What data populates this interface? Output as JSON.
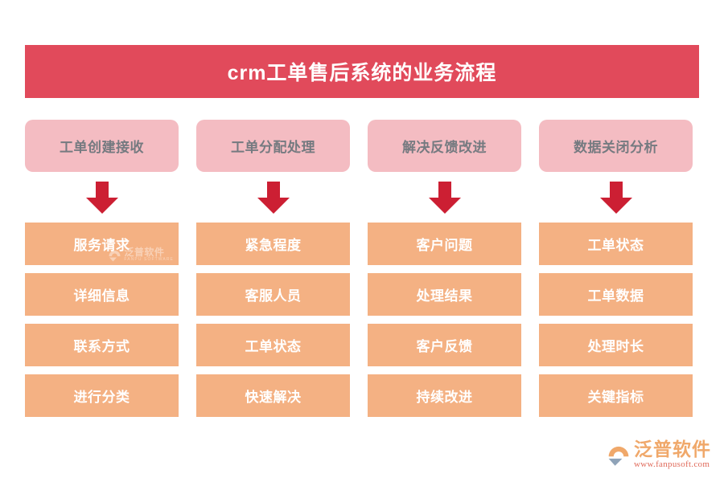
{
  "title": {
    "text": "crm工单售后系统的业务流程",
    "background_color": "#e14a5b",
    "text_color": "#ffffff"
  },
  "colors": {
    "banner_red": "#e14a5b",
    "stage_pink": "#f4bcc2",
    "stage_text_gray": "#757a80",
    "item_orange": "#f4b183",
    "item_text_white": "#ffffff",
    "arrow_red": "#cc1f33",
    "brand_orange": "#f0a86a",
    "brand_url_red": "#e06a5a",
    "page_background": "#ffffff"
  },
  "icons": {
    "arrow": "down-arrow-icon",
    "logo_mark": "fanpu-logo-mark-icon"
  },
  "columns": [
    {
      "stage": "工单创建接收",
      "items": [
        "服务请求",
        "详细信息",
        "联系方式",
        "进行分类"
      ]
    },
    {
      "stage": "工单分配处理",
      "items": [
        "紧急程度",
        "客服人员",
        "工单状态",
        "快速解决"
      ]
    },
    {
      "stage": "解决反馈改进",
      "items": [
        "客户问题",
        "处理结果",
        "客户反馈",
        "持续改进"
      ]
    },
    {
      "stage": "数据关闭分析",
      "items": [
        "工单状态",
        "工单数据",
        "处理时长",
        "关键指标"
      ]
    }
  ],
  "watermark": {
    "name_cn": "泛普软件",
    "name_en": "FANPU SOFTWARE"
  },
  "brand": {
    "name_cn": "泛普软件",
    "url": "www.fanpusoft.com"
  }
}
